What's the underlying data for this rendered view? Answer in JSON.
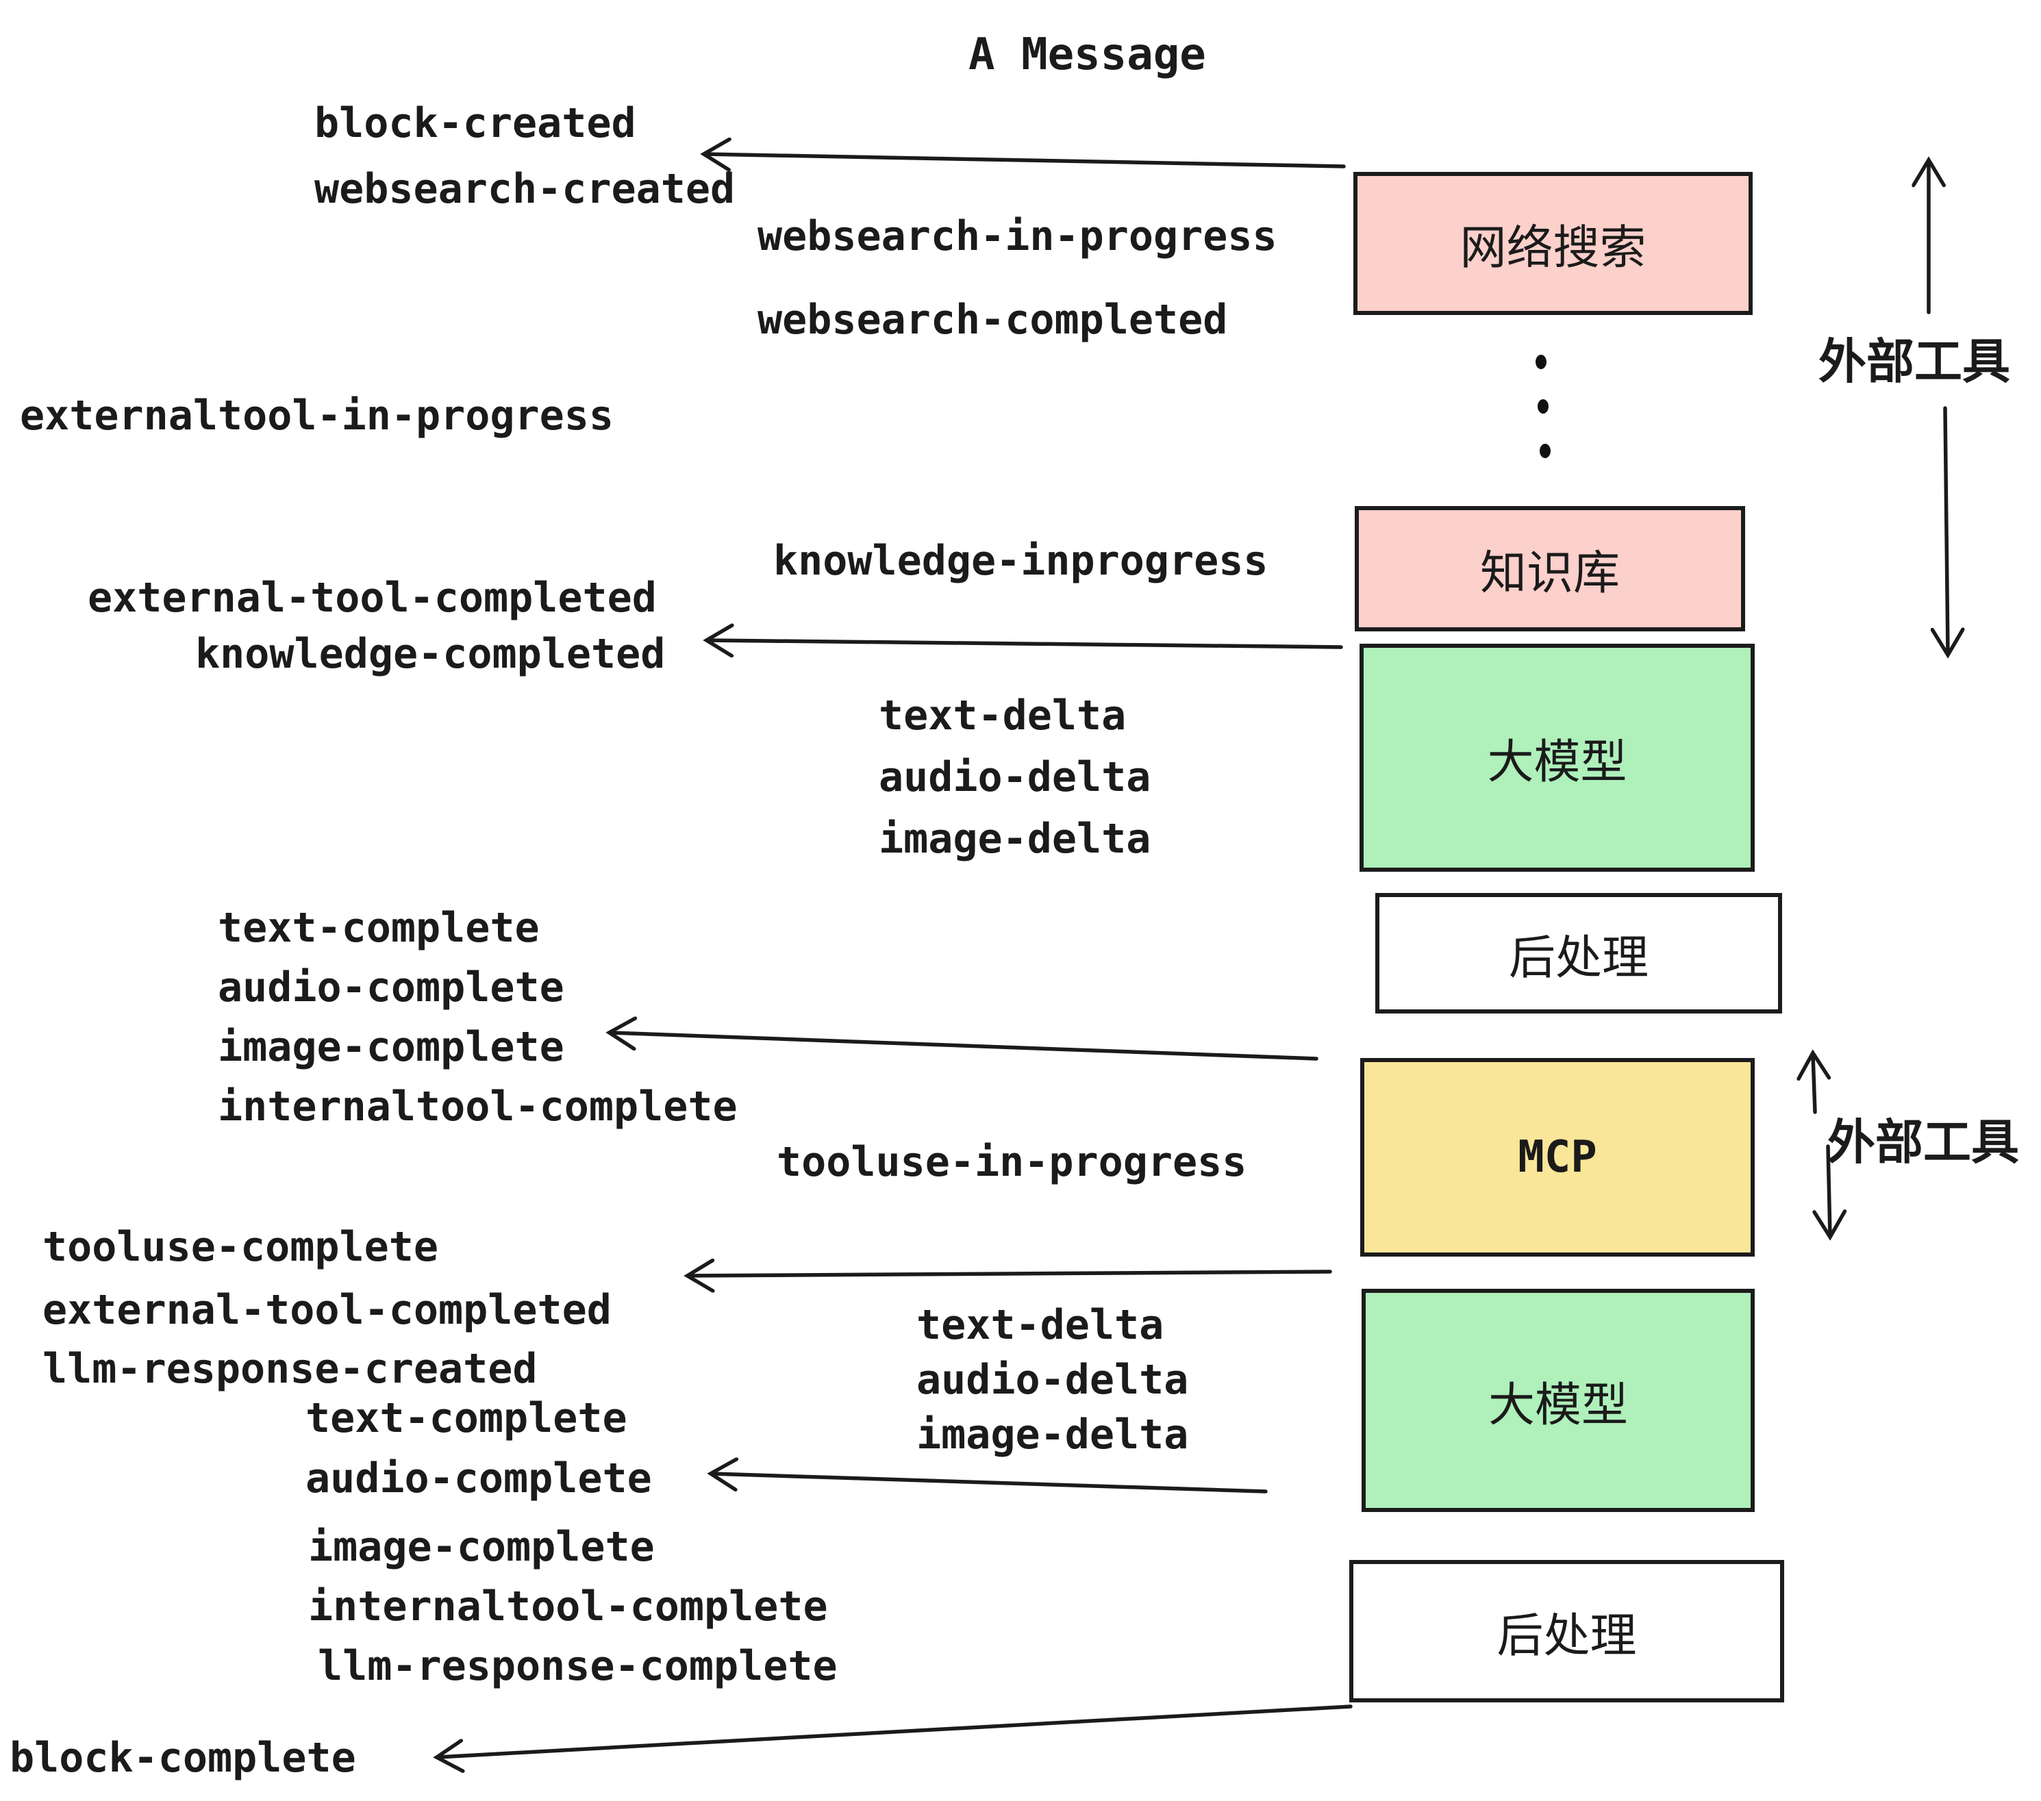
{
  "title": "A Message",
  "events": {
    "block_created": "block-created",
    "websearch_created": "websearch-created",
    "websearch_in_progress": "websearch-in-progress",
    "websearch_completed": "websearch-completed",
    "externaltool_in_progress": "externaltool-in-progress",
    "knowledge_inprogress": "knowledge-inprogress",
    "external_tool_completed": "external-tool-completed",
    "knowledge_completed": "knowledge-completed",
    "text_delta": "text-delta",
    "audio_delta": "audio-delta",
    "image_delta": "image-delta",
    "text_complete": "text-complete",
    "audio_complete": "audio-complete",
    "image_complete": "image-complete",
    "internaltool_complete": "internaltool-complete",
    "tooluse_in_progress": "tooluse-in-progress",
    "tooluse_complete": "tooluse-complete",
    "llm_response_created": "llm-response-created",
    "llm_response_complete": "llm-response-complete",
    "block_complete": "block-complete"
  },
  "boxes": {
    "websearch": {
      "label": "网络搜索",
      "color": "#fcd0cb"
    },
    "knowledge": {
      "label": "知识库",
      "color": "#fcd0cb"
    },
    "llm1": {
      "label": "大模型",
      "color": "#aff0bb"
    },
    "post1": {
      "label": "后处理",
      "color": "#ffffff"
    },
    "mcp": {
      "label": "MCP",
      "color": "#fae698"
    },
    "llm2": {
      "label": "大模型",
      "color": "#aff0bb"
    },
    "post2": {
      "label": "后处理",
      "color": "#ffffff"
    }
  },
  "annotations": {
    "external_tools_top": "外部工具",
    "external_tools_mid": "外部工具"
  },
  "colors": {
    "ink": "#1b1b1b",
    "box_border": "#1c1c1c",
    "pink": "#fcd0cb",
    "green": "#aff0bb",
    "yellow": "#fae698",
    "white": "#ffffff",
    "background": "#ffffff"
  }
}
